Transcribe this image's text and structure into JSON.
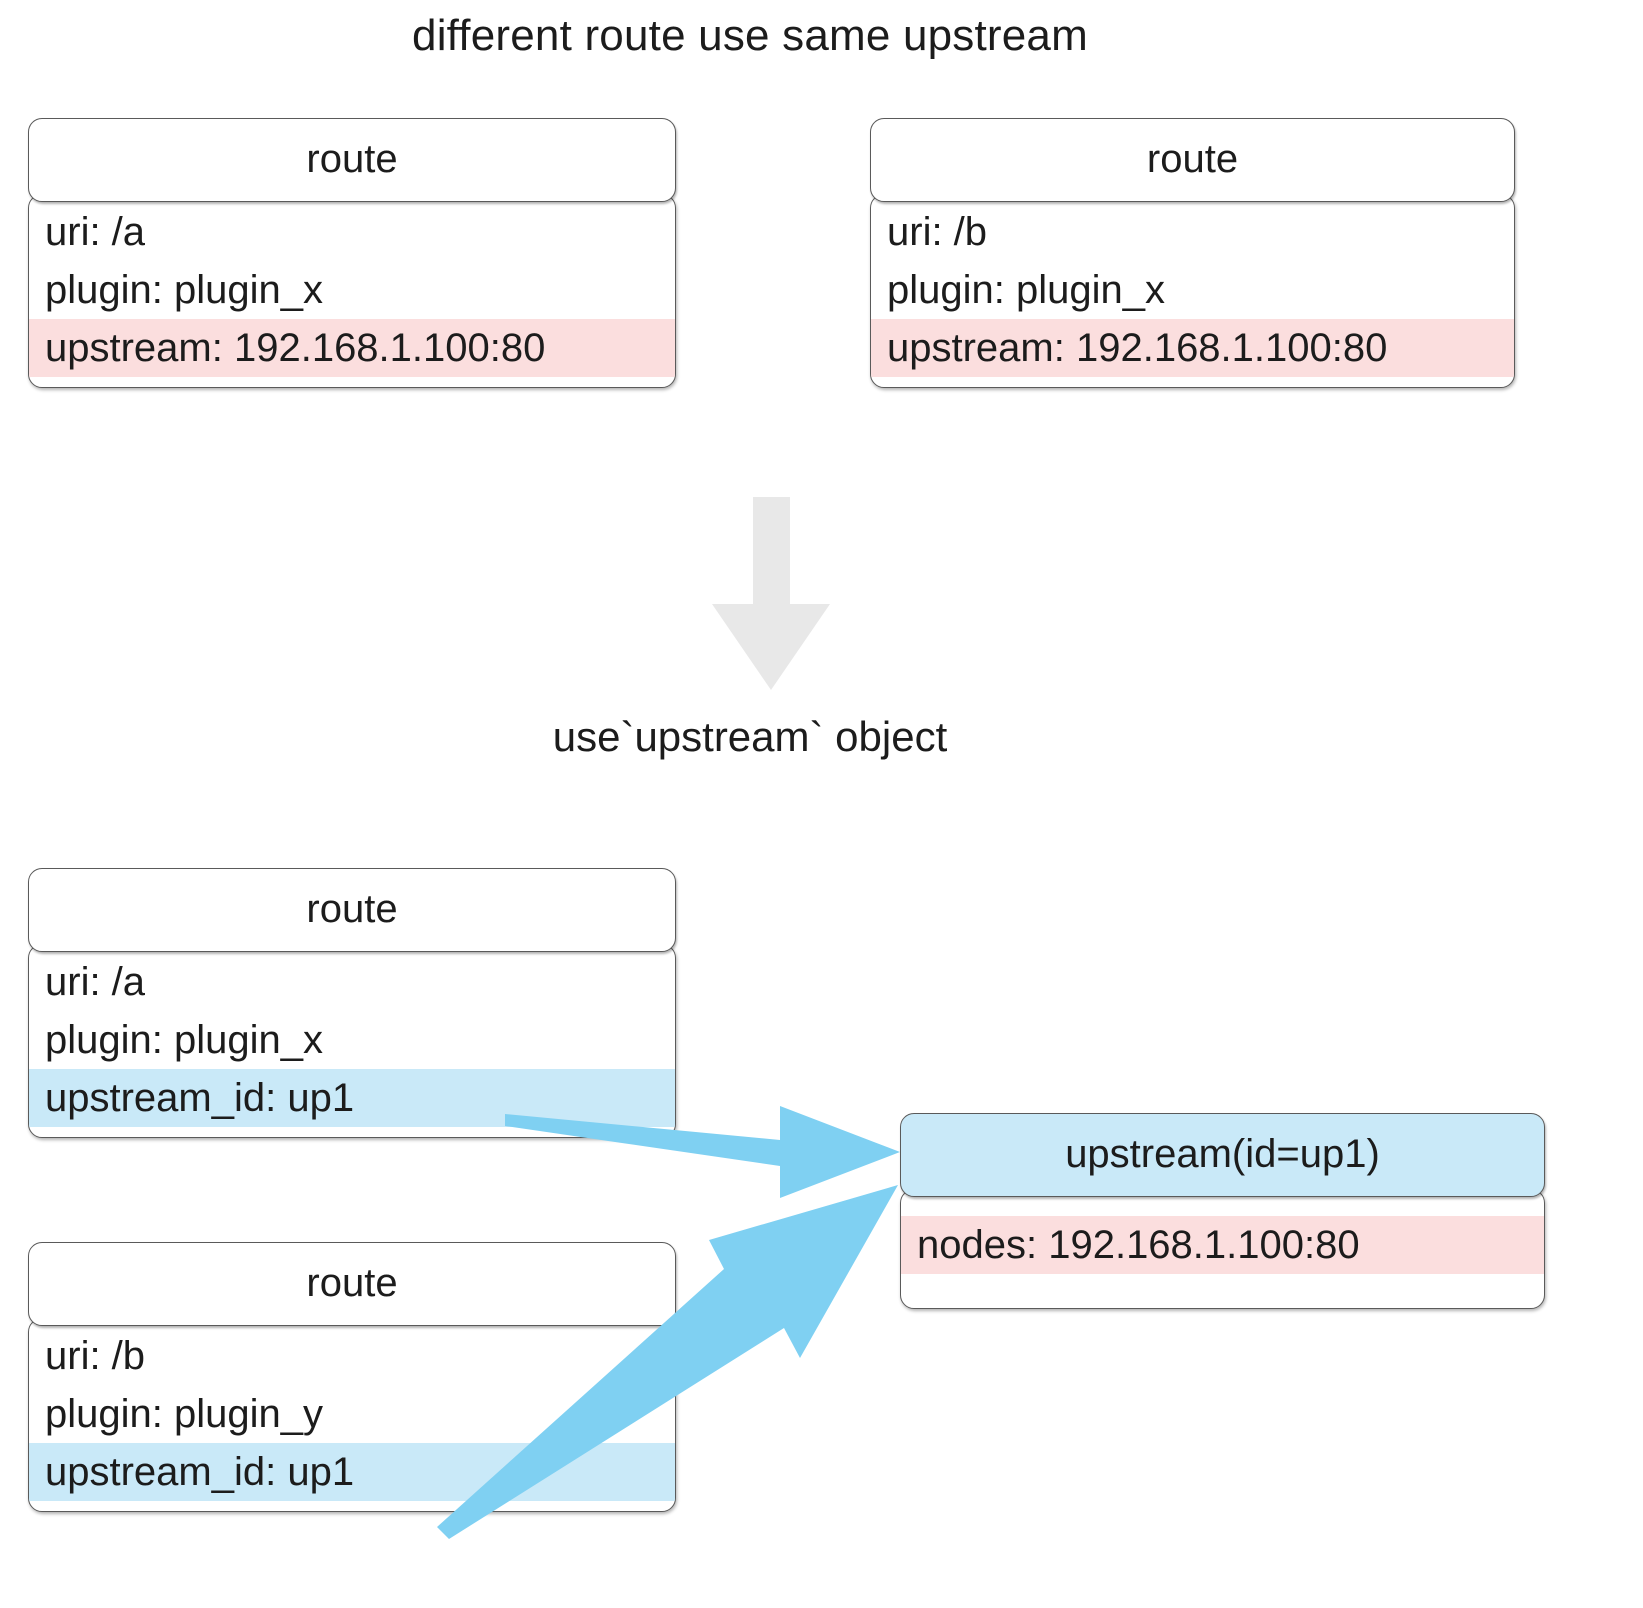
{
  "title": "different route use same upstream",
  "stage_label": "use`upstream` object",
  "colors": {
    "highlight_pink": "#fbdede",
    "highlight_blue": "#c9e9f8",
    "arrow_blue": "#7fd0f2",
    "arrow_gray": "#e8e8e8",
    "box_border": "#5a5a5a",
    "text": "#1c1c1c",
    "background": "#ffffff"
  },
  "top_section": {
    "boxes": [
      {
        "header": "route",
        "rows": [
          {
            "text": "uri: /a",
            "highlight": "none"
          },
          {
            "text": "plugin: plugin_x",
            "highlight": "none"
          },
          {
            "text": "upstream: 192.168.1.100:80",
            "highlight": "pink"
          }
        ]
      },
      {
        "header": "route",
        "rows": [
          {
            "text": "uri: /b",
            "highlight": "none"
          },
          {
            "text": "plugin: plugin_x",
            "highlight": "none"
          },
          {
            "text": "upstream: 192.168.1.100:80",
            "highlight": "pink"
          }
        ]
      }
    ]
  },
  "transition": {
    "arrow": "down-arrow-icon",
    "label": "use`upstream` object"
  },
  "bottom_section": {
    "route_boxes": [
      {
        "header": "route",
        "rows": [
          {
            "text": "uri: /a",
            "highlight": "none"
          },
          {
            "text": "plugin: plugin_x",
            "highlight": "none"
          },
          {
            "text": "upstream_id: up1",
            "highlight": "blue"
          }
        ]
      },
      {
        "header": "route",
        "rows": [
          {
            "text": "uri: /b",
            "highlight": "none"
          },
          {
            "text": "plugin: plugin_y",
            "highlight": "none"
          },
          {
            "text": "upstream_id: up1",
            "highlight": "blue"
          }
        ]
      }
    ],
    "upstream_box": {
      "header": "upstream(id=up1)",
      "rows": [
        {
          "text": "nodes: 192.168.1.100:80",
          "highlight": "pink"
        }
      ]
    },
    "connectors": [
      {
        "from": "route-bot-a-upstream-id-row",
        "to": "upstream-box",
        "style": "blue-tapered-arrow"
      },
      {
        "from": "route-bot-b-upstream-id-row",
        "to": "upstream-box",
        "style": "blue-tapered-arrow"
      }
    ]
  }
}
